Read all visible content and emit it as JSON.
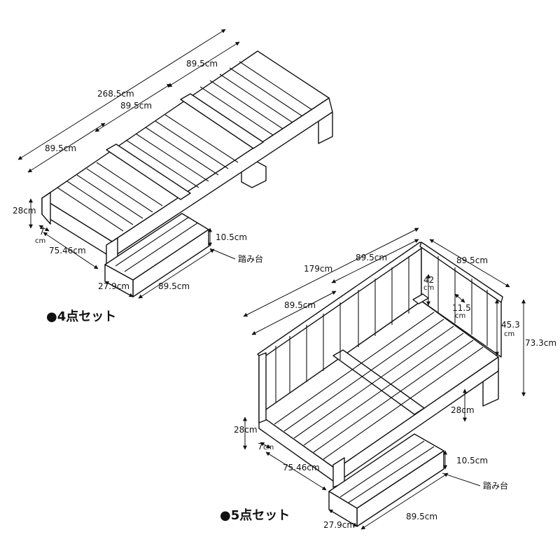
{
  "set4": {
    "caption": "●4点セット",
    "dims": {
      "total_length": "268.5cm",
      "module1": "89.5cm",
      "module2": "89.5cm",
      "module3": "89.5cm",
      "height": "28cm",
      "leg_7": "7",
      "leg_cm": "cm",
      "depth": "75.46cm",
      "step_height": "10.5cm",
      "step_depth": "27.9cm",
      "step_width": "89.5cm"
    },
    "step_label": "踏み台"
  },
  "set5": {
    "caption": "●5点セット",
    "dims": {
      "total_length": "179cm",
      "module1": "89.5cm",
      "module2": "89.5cm",
      "side": "89.5cm",
      "fence_height_42": "42",
      "fence_height_42_unit": "cm",
      "slat_gap": "11.5",
      "slat_gap_unit": "cm",
      "rail_height": "45.3",
      "rail_height_unit": "cm",
      "total_height": "73.3cm",
      "deck_height_right": "28cm",
      "height": "28cm",
      "leg_7": "7",
      "leg_cm": "cm",
      "depth": "75.46cm",
      "step_height": "10.5cm",
      "step_depth": "27.9cm",
      "step_width": "89.5cm"
    },
    "step_label": "踏み台"
  }
}
